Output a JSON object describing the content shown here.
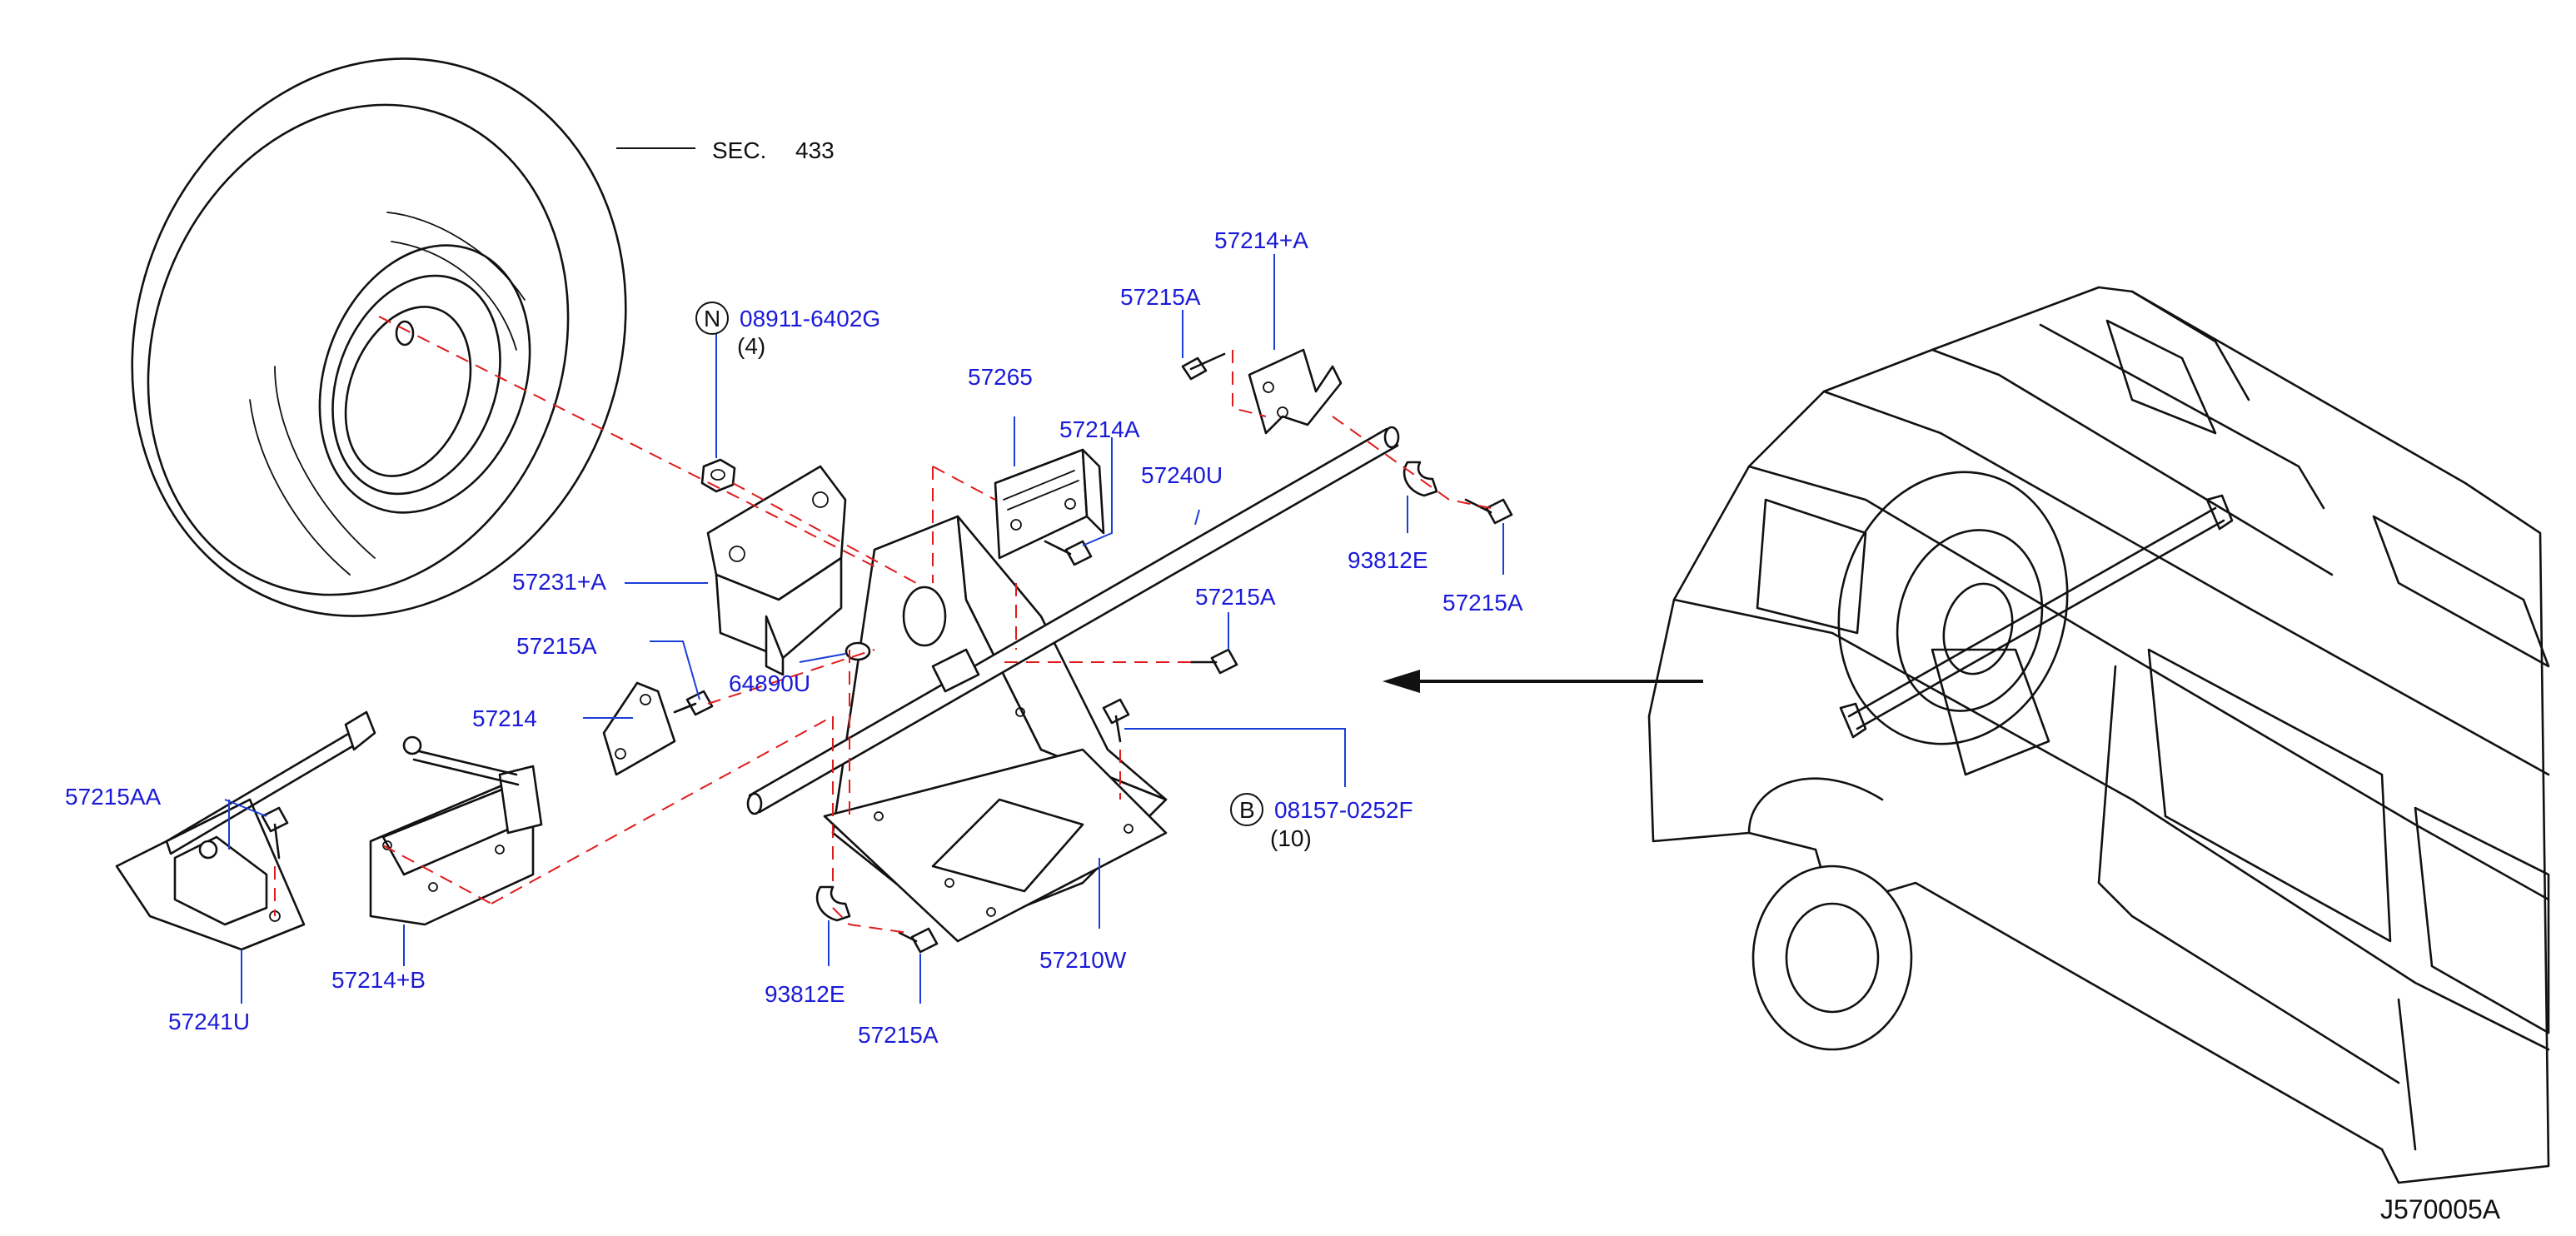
{
  "diagram": {
    "figure_code": "J570005A",
    "callouts": {
      "sec": "SEC.",
      "sec_num": "433",
      "p57214_A_top": "57214+A",
      "p57215A_1": "57215A",
      "p08911": "08911-6402G",
      "p08911_qty": "(4)",
      "p08911_badge": "N",
      "p57265": "57265",
      "p57214A": "57214A",
      "p57240U": "57240U",
      "p93812E_top": "93812E",
      "p57215A_right": "57215A",
      "p57231": "57231+A",
      "p57215A_mid": "57215A",
      "p57215A_left": "57215A",
      "p64890U": "64890U",
      "p57214": "57214",
      "p57215AA": "57215AA",
      "p08157": "08157-0252F",
      "p08157_qty": "(10)",
      "p08157_badge": "B",
      "p57214_B": "57214+B",
      "p57210W": "57210W",
      "p93812E_bottom": "93812E",
      "p57215A_bottom": "57215A",
      "p57241U": "57241U"
    }
  }
}
